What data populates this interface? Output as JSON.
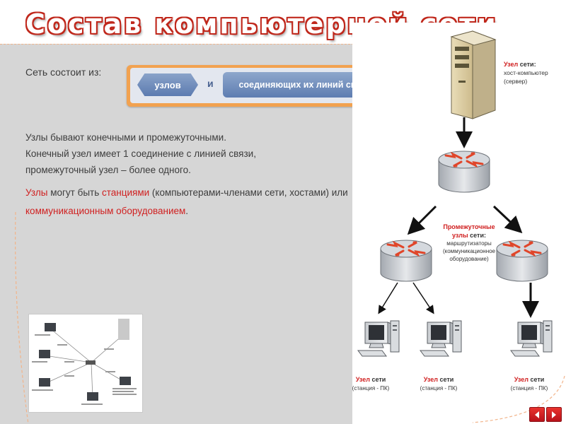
{
  "slide": {
    "title": "Состав компьютерной сети"
  },
  "intro": {
    "lead": "Сеть состоит из:",
    "nodes_label": "узлов",
    "and_label": "и",
    "links_label": "соединяющих их линий связи"
  },
  "text": {
    "line1": "Узлы бывают конечными и промежуточными.",
    "line2": "Конечный узел имеет 1 соединение с линией связи,",
    "line3": "промежуточный узел – более одного.",
    "p2_a": "Узлы",
    "p2_b": " могут быть ",
    "p2_c": "станциями",
    "p2_d": " (компьютерами-членами сети, хостами) или ",
    "p2_e": "коммуникационным оборудованием",
    "p2_f": "."
  },
  "diagram": {
    "server_label_red": "Узел",
    "server_label_rest": " сети:",
    "server_line2": "хост-компьютер",
    "server_line3": "(сервер)",
    "routers_line1": "Промежуточные",
    "routers_line2_red": "узлы",
    "routers_line2_rest": " сети:",
    "routers_line3": "маршрутизаторы",
    "routers_line4": "(коммуникационное",
    "routers_line5": "оборудование)",
    "station_red": "Узел",
    "station_rest": " сети",
    "station_sub": "(станция - ПК)"
  },
  "colors": {
    "accent_red": "#d02020",
    "title_outline": "#c0281c",
    "box_orange": "#f2a250",
    "pill_blue": "#6a88bb",
    "nav_red": "#d62227"
  },
  "icons": [
    "server-icon",
    "router-icon",
    "workstation-icon",
    "arrow-left-icon",
    "arrow-right-icon"
  ]
}
